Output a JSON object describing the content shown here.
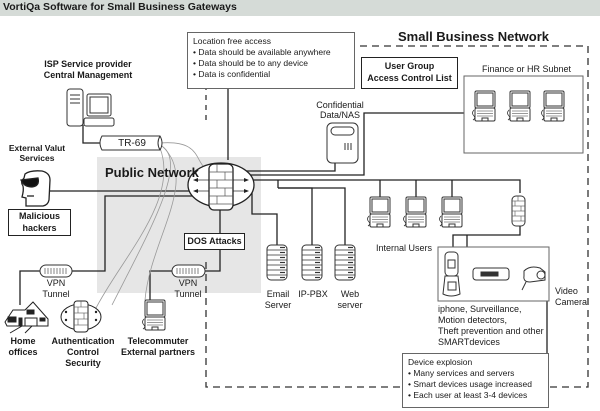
{
  "title": "VortiQa Software for Small Business Gateways",
  "regions": {
    "small_business_network": "Small Business Network",
    "public_network": "Public Network"
  },
  "notes": {
    "location_free": {
      "heading": "Location free access",
      "bullets": [
        "• Data should be available anywhere",
        "• Data should be to any device",
        "• Data is confidential"
      ]
    },
    "device_explosion": {
      "heading": "Device explosion",
      "bullets": [
        "• Many services and servers",
        "• Smart devices usage increased",
        "• Each user at least 3-4 devices"
      ]
    }
  },
  "labels": {
    "isp_line1": "ISP Service provider",
    "isp_line2": "Central Management",
    "tr69": "TR-69",
    "external_valut_line1": "External Valut",
    "external_valut_line2": "Services",
    "malicious_line1": "Malicious",
    "malicious_line2": "hackers",
    "dos_attacks": "DOS Attacks",
    "user_group_line1": "User Group",
    "user_group_line2": "Access Control List",
    "finance_subnet": "Finance or HR Subnet",
    "confidential_line1": "Confidential",
    "confidential_line2": "Data/NAS",
    "internal_users": "Internal Users",
    "email_line1": "Email",
    "email_line2": "Server",
    "ippbx": "IP-PBX",
    "web_line1": "Web",
    "web_line2": "server",
    "vpn1_line1": "VPN",
    "vpn1_line2": "Tunnel",
    "vpn2_line1": "VPN",
    "vpn2_line2": "Tunnel",
    "home_line1": "Home",
    "home_line2": "offices",
    "auth_line1": "Authentication",
    "auth_line2": "Control",
    "auth_line3": "Security",
    "telecommuter_line1": "Telecommuter",
    "telecommuter_line2": "External partners",
    "video_line1": "Video",
    "video_line2": "Camera",
    "smart_line1": "iphone, Surveillance,",
    "smart_line2": "Motion detectors,",
    "smart_line3": "Theft prevention and other",
    "smart_line4": "SMARTdevices"
  },
  "colors": {
    "title_bar": "#d5dbd7",
    "public_network_fill": "#e6e6e6",
    "line": "#222222",
    "thin_line": "#999999"
  }
}
